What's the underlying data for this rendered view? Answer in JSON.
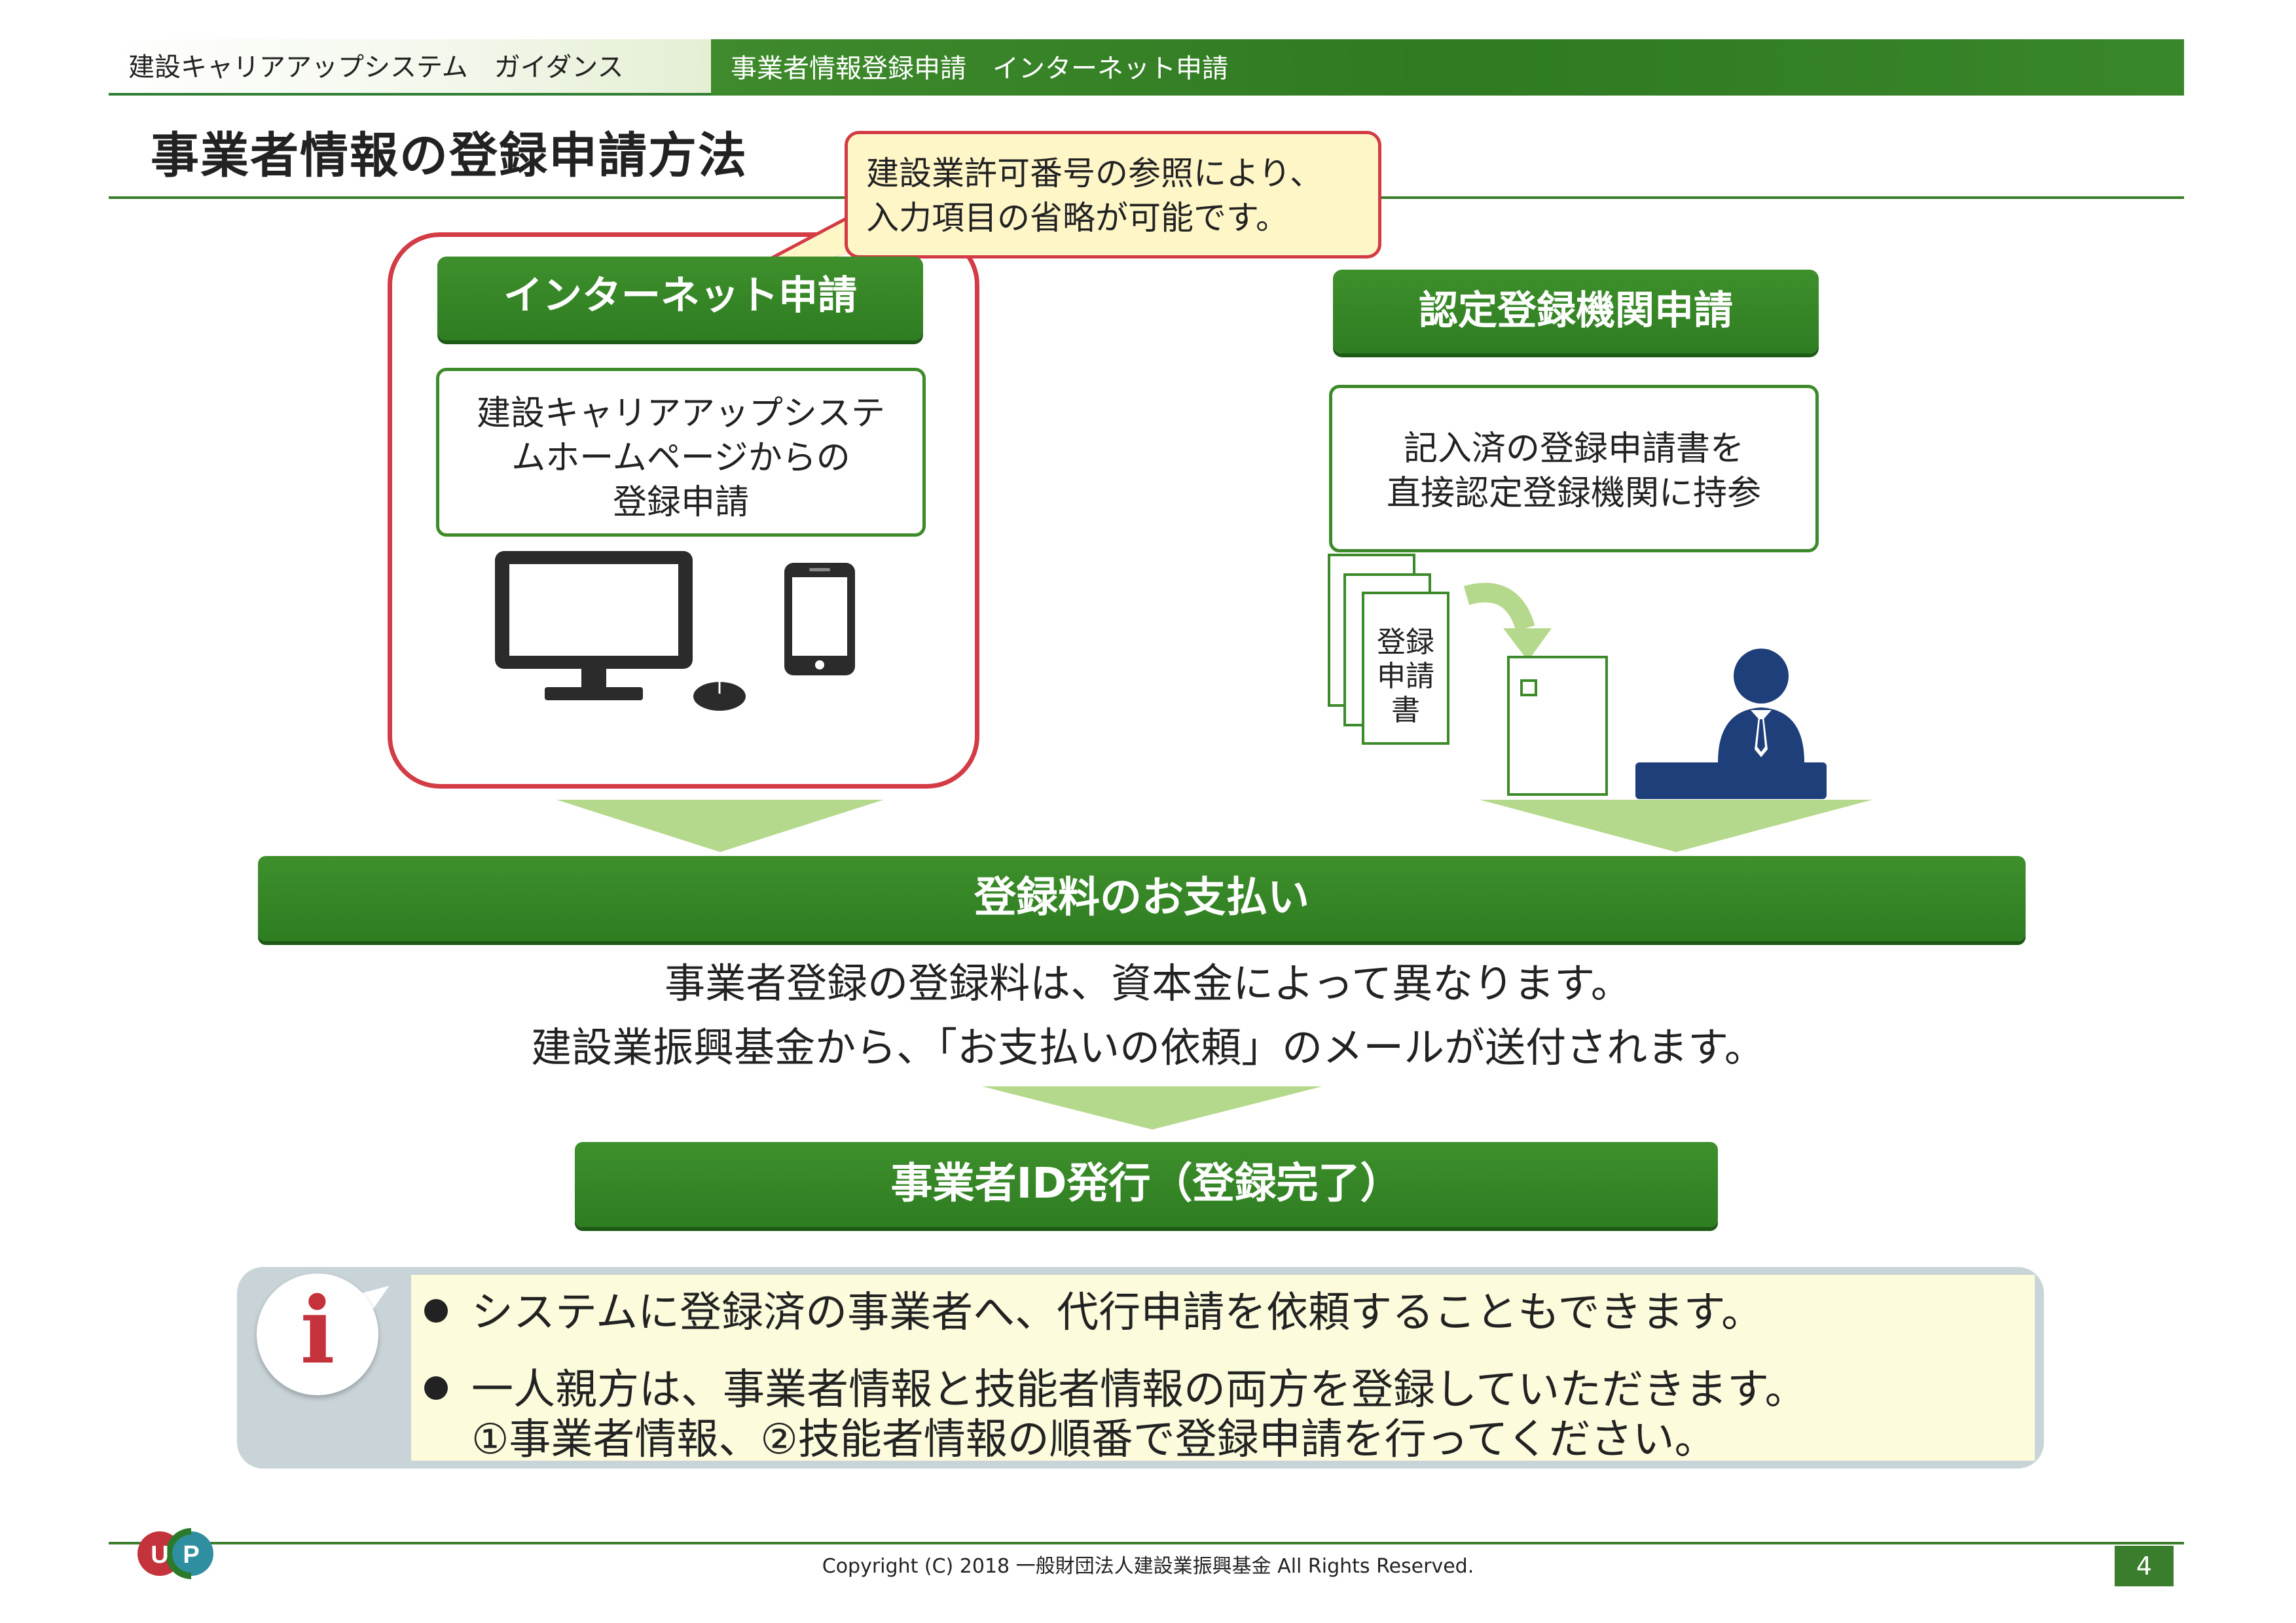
{
  "header": {
    "left": "建設キャリアアップシステム　ガイダンス",
    "right": "事業者情報登録申請　インターネット申請"
  },
  "page_title": "事業者情報の登録申請方法",
  "callout": {
    "line1": "建設業許可番号の参照により、",
    "line2": "入力項目の省略が可能です。"
  },
  "internet": {
    "heading": "インターネット申請",
    "desc_line1": "建設キャリアアップシステ",
    "desc_line2": "ムホームページからの",
    "desc_line3": "登録申請"
  },
  "agency": {
    "heading": "認定登録機関申請",
    "desc_line1": "記入済の登録申請書を",
    "desc_line2": "直接認定登録機関に持参",
    "doc_label_line1": "登録",
    "doc_label_line2": "申請書"
  },
  "payment": {
    "heading": "登録料のお支払い",
    "line1": "事業者登録の登録料は、資本金によって異なります。",
    "line2": "建設業振興基金から、「お支払いの依頼」のメールが送付されます。"
  },
  "completion": {
    "heading": "事業者ID発行（登録完了）"
  },
  "info": {
    "icon_letter": "i",
    "bullet1": "システムに登録済の事業者へ、代行申請を依頼することもできます。",
    "bullet2_line1": "一人親方は、事業者情報と技能者情報の両方を登録していただきます。",
    "bullet2_line2": "①事業者情報、②技能者情報の順番で登録申請を行ってください。"
  },
  "footer": {
    "copyright": "Copyright (C) 2018 一般財団法人建設業振興基金 All Rights Reserved.",
    "page_number": "4",
    "logo_letters": [
      "U",
      "P"
    ]
  },
  "colors": {
    "brand_green": "#2e7d22",
    "accent_red": "#d33b45",
    "arrow_green": "#b5d98c",
    "callout_fill": "#fff6c8",
    "person_navy": "#1f3f7a"
  }
}
